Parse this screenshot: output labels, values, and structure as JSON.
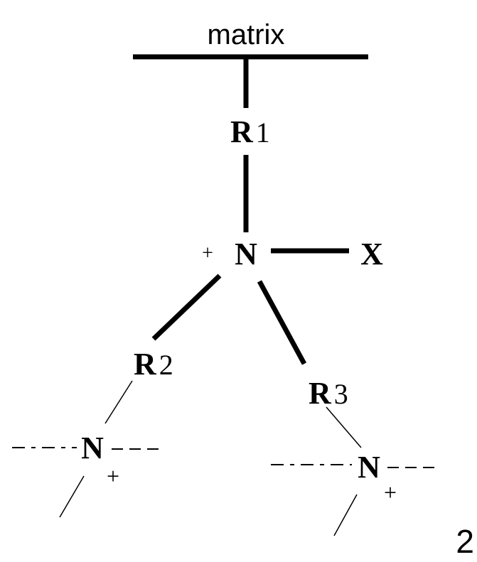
{
  "diagram": {
    "matrix_label": "matrix",
    "r1_base": "R",
    "r1_sub": "1",
    "center_charge": "+",
    "center_atom": "N",
    "x_label": "X",
    "r2_base": "R",
    "r2_sub": "2",
    "r3_base": "R",
    "r3_sub": "3",
    "n_left_atom": "N",
    "n_left_charge": "+",
    "n_right_atom": "N",
    "n_right_charge": "+",
    "figure_number": "2"
  }
}
